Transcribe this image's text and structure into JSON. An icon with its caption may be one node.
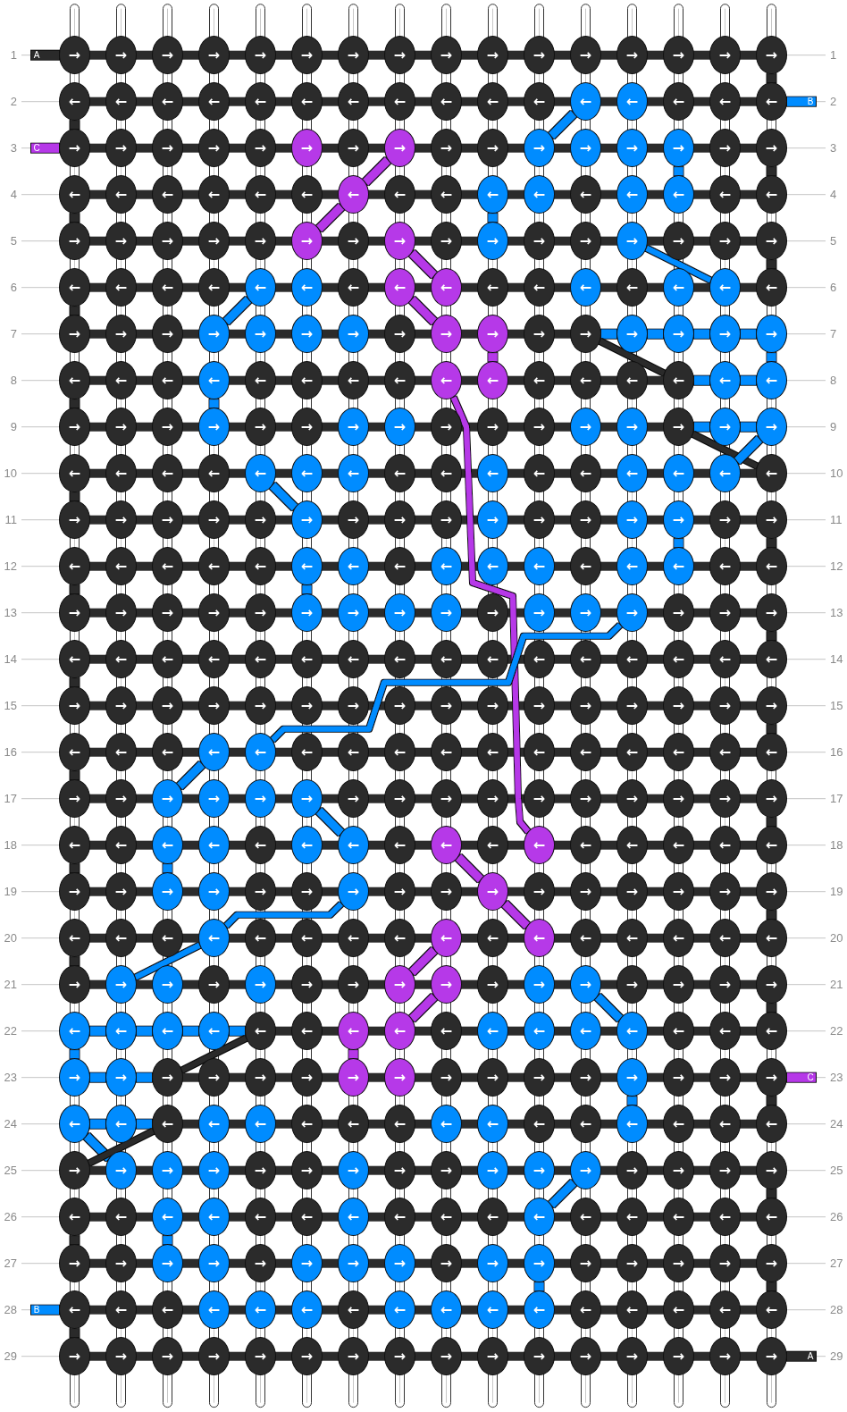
{
  "diagram": {
    "nodes": [
      {
        "text": [
          "→"
        ],
        "beside": [
          "1"
        ]
      },
      {
        "text": [
          "→"
        ]
      },
      {
        "text": [
          "→"
        ]
      },
      {
        "text": [
          "→"
        ]
      },
      {
        "text": [
          "→"
        ]
      },
      {
        "text": [
          "→"
        ]
      },
      {
        "text": [
          "→"
        ]
      },
      {
        "text": [
          "→"
        ]
      },
      {
        "text": [
          "→"
        ]
      },
      {
        "text": [
          "→"
        ]
      },
      {
        "text": [
          "→"
        ]
      },
      {
        "text": [
          "→"
        ]
      },
      {
        "text": [
          "→"
        ]
      },
      {
        "text": [
          "→"
        ]
      },
      {
        "text": [
          "→"
        ]
      },
      {
        "text": [
          "→"
        ],
        "beside": [
          "1"
        ]
      },
      {
        "text": [
          "←"
        ],
        "beside": [
          "2"
        ]
      },
      {
        "text": [
          "←"
        ]
      },
      {
        "text": [
          "←"
        ]
      },
      {
        "text": [
          "←"
        ]
      },
      {
        "text": [
          "←"
        ]
      },
      {
        "text": [
          "←"
        ]
      },
      {
        "text": [
          "←"
        ]
      },
      {
        "text": [
          "←"
        ]
      },
      {
        "text": [
          "←"
        ]
      },
      {
        "text": [
          "←"
        ]
      },
      {
        "text": [
          "←"
        ]
      },
      {
        "text": [
          "←"
        ]
      },
      {
        "text": [
          "←"
        ]
      },
      {
        "text": [
          "←"
        ]
      },
      {
        "text": [
          "←"
        ]
      },
      {
        "text": [
          "←"
        ],
        "beside": [
          "2"
        ]
      },
      {
        "text": [
          "→"
        ],
        "beside": [
          "3"
        ]
      },
      {
        "text": [
          "→"
        ]
      },
      {
        "text": [
          "→"
        ]
      },
      {
        "text": [
          "→"
        ]
      },
      {
        "text": [
          "→"
        ]
      },
      {
        "text": [
          "→"
        ]
      },
      {
        "text": [
          "→"
        ]
      },
      {
        "text": [
          "→"
        ]
      },
      {
        "text": [
          "→"
        ]
      },
      {
        "text": [
          "→"
        ]
      },
      {
        "text": [
          "→"
        ]
      },
      {
        "text": [
          "→"
        ]
      },
      {
        "text": [
          "→"
        ]
      },
      {
        "text": [
          "→"
        ]
      },
      {
        "text": [
          "→"
        ]
      },
      {
        "text": [
          "→"
        ],
        "beside": [
          "3"
        ]
      },
      {
        "text": [
          "←"
        ],
        "beside": [
          "4"
        ]
      },
      {
        "text": [
          "←"
        ]
      },
      {
        "text": [
          "←"
        ]
      },
      {
        "text": [
          "←"
        ]
      },
      {
        "text": [
          "←"
        ]
      },
      {
        "text": [
          "←"
        ]
      },
      {
        "text": [
          "←"
        ]
      },
      {
        "text": [
          "←"
        ]
      },
      {
        "text": [
          "←"
        ]
      },
      {
        "text": [
          "←"
        ]
      },
      {
        "text": [
          "←"
        ]
      },
      {
        "text": [
          "←"
        ]
      },
      {
        "text": [
          "←"
        ]
      },
      {
        "text": [
          "←"
        ]
      },
      {
        "text": [
          "←"
        ]
      },
      {
        "text": [
          "←"
        ],
        "beside": [
          "4"
        ]
      },
      {
        "text": [
          "→"
        ],
        "beside": [
          "5"
        ]
      },
      {
        "text": [
          "→"
        ]
      },
      {
        "text": [
          "→"
        ]
      },
      {
        "text": [
          "→"
        ]
      },
      {
        "text": [
          "→"
        ]
      },
      {
        "text": [
          "→"
        ]
      },
      {
        "text": [
          "→"
        ]
      },
      {
        "text": [
          "→"
        ]
      },
      {
        "text": [
          "→"
        ]
      },
      {
        "text": [
          "→"
        ]
      },
      {
        "text": [
          "→"
        ]
      },
      {
        "text": [
          "→"
        ]
      },
      {
        "text": [
          "→"
        ]
      },
      {
        "text": [
          "→"
        ]
      },
      {
        "text": [
          "→"
        ]
      },
      {
        "text": [
          "→"
        ],
        "beside": [
          "5"
        ]
      },
      {
        "text": [
          "←"
        ],
        "beside": [
          "6"
        ]
      },
      {
        "text": [
          "←"
        ]
      },
      {
        "text": [
          "←"
        ]
      },
      {
        "text": [
          "←"
        ]
      },
      {
        "text": [
          "←"
        ]
      },
      {
        "text": [
          "←"
        ]
      },
      {
        "text": [
          "←"
        ]
      },
      {
        "text": [
          "←"
        ]
      },
      {
        "text": [
          "←"
        ]
      },
      {
        "text": [
          "←"
        ]
      },
      {
        "text": [
          "←"
        ]
      },
      {
        "text": [
          "←"
        ]
      },
      {
        "text": [
          "←"
        ]
      },
      {
        "text": [
          "←"
        ]
      },
      {
        "text": [
          "←"
        ]
      },
      {
        "text": [
          "←"
        ],
        "beside": [
          "6"
        ]
      },
      {
        "text": [
          "→"
        ],
        "beside": [
          "7"
        ]
      },
      {
        "text": [
          "→"
        ]
      },
      {
        "text": [
          "→"
        ]
      },
      {
        "text": [
          "→"
        ]
      },
      {
        "text": [
          "→"
        ]
      },
      {
        "text": [
          "→"
        ]
      },
      {
        "text": [
          "→"
        ]
      },
      {
        "text": [
          "→"
        ]
      },
      {
        "text": [
          "→"
        ]
      },
      {
        "text": [
          "→"
        ]
      },
      {
        "text": [
          "→"
        ]
      },
      {
        "text": [
          "→"
        ]
      },
      {
        "text": [
          "→"
        ]
      },
      {
        "text": [
          "→"
        ]
      },
      {
        "text": [
          "→"
        ]
      },
      {
        "text": [
          "→"
        ],
        "beside": [
          "7"
        ]
      },
      {
        "text": [
          "←"
        ],
        "beside": [
          "8"
        ]
      },
      {
        "text": [
          "←"
        ]
      },
      {
        "text": [
          "←"
        ]
      },
      {
        "text": [
          "←"
        ]
      },
      {
        "text": [
          "←"
        ]
      },
      {
        "text": [
          "←"
        ]
      },
      {
        "text": [
          "←"
        ]
      },
      {
        "text": [
          "←"
        ]
      },
      {
        "text": [
          "←"
        ]
      },
      {
        "text": [
          "←"
        ]
      },
      {
        "text": [
          "←"
        ]
      },
      {
        "text": [
          "←"
        ]
      },
      {
        "text": [
          "←"
        ]
      },
      {
        "text": [
          "←"
        ]
      },
      {
        "text": [
          "←"
        ]
      },
      {
        "text": [
          "←"
        ],
        "beside": [
          "8"
        ]
      },
      {
        "text": [
          "→"
        ],
        "beside": [
          "9"
        ]
      },
      {
        "text": [
          "→"
        ]
      },
      {
        "text": [
          "→"
        ]
      },
      {
        "text": [
          "→"
        ]
      },
      {
        "text": [
          "→"
        ]
      },
      {
        "text": [
          "→"
        ]
      },
      {
        "text": [
          "→"
        ]
      },
      {
        "text": [
          "→"
        ]
      },
      {
        "text": [
          "→"
        ]
      },
      {
        "text": [
          "→"
        ]
      },
      {
        "text": [
          "→"
        ]
      },
      {
        "text": [
          "→"
        ]
      },
      {
        "text": [
          "→"
        ]
      },
      {
        "text": [
          "→"
        ]
      },
      {
        "text": [
          "→"
        ]
      },
      {
        "text": [
          "→"
        ],
        "beside": [
          "9"
        ]
      },
      {
        "text": [
          "←"
        ],
        "beside": [
          "10"
        ]
      },
      {
        "text": [
          "←"
        ]
      },
      {
        "text": [
          "←"
        ]
      },
      {
        "text": [
          "←"
        ]
      },
      {
        "text": [
          "←"
        ]
      },
      {
        "text": [
          "←"
        ]
      },
      {
        "text": [
          "←"
        ]
      },
      {
        "text": [
          "←"
        ]
      },
      {
        "text": [
          "←"
        ]
      },
      {
        "text": [
          "←"
        ]
      },
      {
        "text": [
          "←"
        ]
      },
      {
        "text": [
          "←"
        ]
      },
      {
        "text": [
          "←"
        ]
      },
      {
        "text": [
          "←"
        ]
      },
      {
        "text": [
          "←"
        ]
      },
      {
        "text": [
          "←"
        ],
        "beside": [
          "10"
        ]
      },
      {
        "text": [
          "→"
        ],
        "beside": [
          "11"
        ]
      },
      {
        "text": [
          "→"
        ]
      },
      {
        "text": [
          "→"
        ]
      },
      {
        "text": [
          "→"
        ]
      },
      {
        "text": [
          "→"
        ]
      },
      {
        "text": [
          "→"
        ]
      },
      {
        "text": [
          "→"
        ]
      },
      {
        "text": [
          "→"
        ]
      },
      {
        "text": [
          "→"
        ]
      },
      {
        "text": [
          "→"
        ]
      },
      {
        "text": [
          "→"
        ]
      },
      {
        "text": [
          "→"
        ]
      },
      {
        "text": [
          "→"
        ]
      },
      {
        "text": [
          "→"
        ]
      },
      {
        "text": [
          "→"
        ]
      },
      {
        "text": [
          "→"
        ],
        "beside": [
          "11"
        ]
      },
      {
        "text": [
          "←"
        ],
        "beside": [
          "12"
        ]
      },
      {
        "text": [
          "←"
        ]
      },
      {
        "text": [
          "←"
        ]
      },
      {
        "text": [
          "←"
        ]
      },
      {
        "text": [
          "←"
        ]
      },
      {
        "text": [
          "←"
        ]
      },
      {
        "text": [
          "←"
        ]
      },
      {
        "text": [
          "←"
        ]
      },
      {
        "text": [
          "←"
        ]
      },
      {
        "text": [
          "←"
        ]
      },
      {
        "text": [
          "←"
        ]
      },
      {
        "text": [
          "←"
        ]
      },
      {
        "text": [
          "←"
        ]
      },
      {
        "text": [
          "←"
        ]
      },
      {
        "text": [
          "←"
        ]
      },
      {
        "text": [
          "←"
        ],
        "beside": [
          "12"
        ]
      },
      {
        "text": [
          "→"
        ],
        "beside": [
          "13"
        ]
      },
      {
        "text": [
          "→"
        ]
      },
      {
        "text": [
          "→"
        ]
      },
      {
        "text": [
          "→"
        ]
      },
      {
        "text": [
          "→"
        ]
      },
      {
        "text": [
          "→"
        ]
      },
      {
        "text": [
          "→"
        ]
      },
      {
        "text": [
          "→"
        ]
      },
      {
        "text": [
          "→"
        ]
      },
      {
        "text": [
          "→"
        ]
      },
      {
        "text": [
          "→"
        ]
      },
      {
        "text": [
          "→"
        ]
      },
      {
        "text": [
          "→"
        ]
      },
      {
        "text": [
          "→"
        ]
      },
      {
        "text": [
          "→"
        ]
      },
      {
        "text": [
          "→"
        ],
        "beside": [
          "13"
        ]
      },
      {
        "text": [
          "←"
        ],
        "beside": [
          "14"
        ]
      },
      {
        "text": [
          "←"
        ]
      },
      {
        "text": [
          "←"
        ]
      },
      {
        "text": [
          "←"
        ]
      },
      {
        "text": [
          "←"
        ]
      },
      {
        "text": [
          "←"
        ]
      },
      {
        "text": [
          "←"
        ]
      },
      {
        "text": [
          "←"
        ]
      },
      {
        "text": [
          "←"
        ]
      },
      {
        "text": [
          "←"
        ]
      },
      {
        "text": [
          "←"
        ]
      },
      {
        "text": [
          "←"
        ]
      },
      {
        "text": [
          "←"
        ]
      },
      {
        "text": [
          "←"
        ]
      },
      {
        "text": [
          "←"
        ]
      },
      {
        "text": [
          "←"
        ],
        "beside": [
          "14"
        ]
      },
      {
        "text": [
          "→"
        ],
        "beside": [
          "15"
        ]
      },
      {
        "text": [
          "→"
        ]
      },
      {
        "text": [
          "→"
        ]
      },
      {
        "text": [
          "→"
        ]
      },
      {
        "text": [
          "→"
        ]
      },
      {
        "text": [
          "→"
        ]
      },
      {
        "text": [
          "→"
        ]
      },
      {
        "text": [
          "→"
        ]
      },
      {
        "text": [
          "→"
        ]
      },
      {
        "text": [
          "→"
        ]
      },
      {
        "text": [
          "→"
        ]
      },
      {
        "text": [
          "→"
        ]
      },
      {
        "text": [
          "→"
        ]
      },
      {
        "text": [
          "→"
        ]
      },
      {
        "text": [
          "→"
        ]
      },
      {
        "text": [
          "→"
        ],
        "beside": [
          "15"
        ]
      },
      {
        "text": [
          "←"
        ],
        "beside": [
          "16"
        ]
      },
      {
        "text": [
          "←"
        ]
      },
      {
        "text": [
          "←"
        ]
      },
      {
        "text": [
          "←"
        ]
      },
      {
        "text": [
          "←"
        ]
      },
      {
        "text": [
          "←"
        ]
      },
      {
        "text": [
          "←"
        ]
      },
      {
        "text": [
          "←"
        ]
      },
      {
        "text": [
          "←"
        ]
      },
      {
        "text": [
          "←"
        ]
      },
      {
        "text": [
          "←"
        ]
      },
      {
        "text": [
          "←"
        ]
      },
      {
        "text": [
          "←"
        ]
      },
      {
        "text": [
          "←"
        ]
      },
      {
        "text": [
          "←"
        ]
      },
      {
        "text": [
          "←"
        ],
        "beside": [
          "16"
        ]
      },
      {
        "text": [
          "→"
        ],
        "beside": [
          "17"
        ]
      },
      {
        "text": [
          "→"
        ]
      },
      {
        "text": [
          "→"
        ]
      },
      {
        "text": [
          "→"
        ]
      },
      {
        "text": [
          "→"
        ]
      },
      {
        "text": [
          "→"
        ]
      },
      {
        "text": [
          "→"
        ]
      },
      {
        "text": [
          "→"
        ]
      },
      {
        "text": [
          "→"
        ]
      },
      {
        "text": [
          "→"
        ]
      },
      {
        "text": [
          "→"
        ]
      },
      {
        "text": [
          "→"
        ]
      },
      {
        "text": [
          "→"
        ]
      },
      {
        "text": [
          "→"
        ]
      },
      {
        "text": [
          "→"
        ]
      },
      {
        "text": [
          "→"
        ],
        "beside": [
          "17"
        ]
      },
      {
        "text": [
          "←"
        ],
        "beside": [
          "18"
        ]
      },
      {
        "text": [
          "←"
        ]
      },
      {
        "text": [
          "←"
        ]
      },
      {
        "text": [
          "←"
        ]
      },
      {
        "text": [
          "←"
        ]
      },
      {
        "text": [
          "←"
        ]
      },
      {
        "text": [
          "←"
        ]
      },
      {
        "text": [
          "←"
        ]
      },
      {
        "text": [
          "←"
        ]
      },
      {
        "text": [
          "←"
        ]
      },
      {
        "text": [
          "←"
        ]
      },
      {
        "text": [
          "←"
        ]
      },
      {
        "text": [
          "←"
        ]
      },
      {
        "text": [
          "←"
        ]
      },
      {
        "text": [
          "←"
        ]
      },
      {
        "text": [
          "←"
        ],
        "beside": [
          "18"
        ]
      },
      {
        "text": [
          "→"
        ],
        "beside": [
          "19"
        ]
      },
      {
        "text": [
          "→"
        ]
      },
      {
        "text": [
          "→"
        ]
      },
      {
        "text": [
          "→"
        ]
      },
      {
        "text": [
          "→"
        ]
      },
      {
        "text": [
          "→"
        ]
      },
      {
        "text": [
          "→"
        ]
      },
      {
        "text": [
          "→"
        ]
      },
      {
        "text": [
          "→"
        ]
      },
      {
        "text": [
          "→"
        ]
      },
      {
        "text": [
          "→"
        ]
      },
      {
        "text": [
          "→"
        ]
      },
      {
        "text": [
          "→"
        ]
      },
      {
        "text": [
          "→"
        ]
      },
      {
        "text": [
          "→"
        ]
      },
      {
        "text": [
          "→"
        ],
        "beside": [
          "19"
        ]
      },
      {
        "text": [
          "←"
        ],
        "beside": [
          "20"
        ]
      },
      {
        "text": [
          "←"
        ]
      },
      {
        "text": [
          "←"
        ]
      },
      {
        "text": [
          "←"
        ]
      },
      {
        "text": [
          "←"
        ]
      },
      {
        "text": [
          "←"
        ]
      },
      {
        "text": [
          "←"
        ]
      },
      {
        "text": [
          "←"
        ]
      },
      {
        "text": [
          "←"
        ]
      },
      {
        "text": [
          "←"
        ]
      },
      {
        "text": [
          "←"
        ]
      },
      {
        "text": [
          "←"
        ]
      },
      {
        "text": [
          "←"
        ]
      },
      {
        "text": [
          "←"
        ]
      },
      {
        "text": [
          "←"
        ]
      },
      {
        "text": [
          "←"
        ],
        "beside": [
          "20"
        ]
      },
      {
        "text": [
          "→"
        ],
        "beside": [
          "21"
        ]
      },
      {
        "text": [
          "→"
        ]
      },
      {
        "text": [
          "→"
        ]
      },
      {
        "text": [
          "→"
        ]
      },
      {
        "text": [
          "→"
        ]
      },
      {
        "text": [
          "→"
        ]
      },
      {
        "text": [
          "→"
        ]
      },
      {
        "text": [
          "→"
        ]
      },
      {
        "text": [
          "→"
        ]
      },
      {
        "text": [
          "→"
        ]
      },
      {
        "text": [
          "→"
        ]
      },
      {
        "text": [
          "→"
        ]
      },
      {
        "text": [
          "→"
        ]
      },
      {
        "text": [
          "→"
        ]
      },
      {
        "text": [
          "→"
        ]
      },
      {
        "text": [
          "→"
        ],
        "beside": [
          "21"
        ]
      },
      {
        "text": [
          "←"
        ],
        "beside": [
          "22"
        ]
      },
      {
        "text": [
          "←"
        ]
      },
      {
        "text": [
          "←"
        ]
      },
      {
        "text": [
          "←"
        ]
      },
      {
        "text": [
          "←"
        ]
      },
      {
        "text": [
          "←"
        ]
      },
      {
        "text": [
          "←"
        ]
      },
      {
        "text": [
          "←"
        ]
      },
      {
        "text": [
          "←"
        ]
      },
      {
        "text": [
          "←"
        ]
      },
      {
        "text": [
          "←"
        ]
      },
      {
        "text": [
          "←"
        ]
      },
      {
        "text": [
          "←"
        ]
      },
      {
        "text": [
          "←"
        ]
      },
      {
        "text": [
          "←"
        ]
      },
      {
        "text": [
          "←"
        ],
        "beside": [
          "22"
        ]
      },
      {
        "text": [
          "→"
        ],
        "beside": [
          "23"
        ]
      },
      {
        "text": [
          "→"
        ]
      },
      {
        "text": [
          "→"
        ]
      },
      {
        "text": [
          "→"
        ]
      },
      {
        "text": [
          "→"
        ]
      },
      {
        "text": [
          "→"
        ]
      },
      {
        "text": [
          "→"
        ]
      },
      {
        "text": [
          "→"
        ]
      },
      {
        "text": [
          "→"
        ]
      },
      {
        "text": [
          "→"
        ]
      },
      {
        "text": [
          "→"
        ]
      },
      {
        "text": [
          "→"
        ]
      },
      {
        "text": [
          "→"
        ]
      },
      {
        "text": [
          "→"
        ]
      },
      {
        "text": [
          "→"
        ]
      },
      {
        "text": [
          "→"
        ],
        "beside": [
          "23"
        ]
      },
      {
        "text": [
          "←"
        ],
        "beside": [
          "24"
        ]
      },
      {
        "text": [
          "←"
        ]
      },
      {
        "text": [
          "←"
        ]
      },
      {
        "text": [
          "←"
        ]
      },
      {
        "text": [
          "←"
        ]
      },
      {
        "text": [
          "←"
        ]
      },
      {
        "text": [
          "←"
        ]
      },
      {
        "text": [
          "←"
        ]
      },
      {
        "text": [
          "←"
        ]
      },
      {
        "text": [
          "←"
        ]
      },
      {
        "text": [
          "←"
        ]
      },
      {
        "text": [
          "←"
        ]
      },
      {
        "text": [
          "←"
        ]
      },
      {
        "text": [
          "←"
        ]
      },
      {
        "text": [
          "←"
        ]
      },
      {
        "text": [
          "←"
        ],
        "beside": [
          "24"
        ]
      },
      {
        "text": [
          "→"
        ],
        "beside": [
          "25"
        ]
      },
      {
        "text": [
          "→"
        ]
      },
      {
        "text": [
          "→"
        ]
      },
      {
        "text": [
          "→"
        ]
      },
      {
        "text": [
          "→"
        ]
      },
      {
        "text": [
          "→"
        ]
      },
      {
        "text": [
          "→"
        ]
      },
      {
        "text": [
          "→"
        ]
      },
      {
        "text": [
          "→"
        ]
      },
      {
        "text": [
          "→"
        ]
      },
      {
        "text": [
          "→"
        ]
      },
      {
        "text": [
          "→"
        ]
      },
      {
        "text": [
          "→"
        ]
      },
      {
        "text": [
          "→"
        ]
      },
      {
        "text": [
          "→"
        ]
      },
      {
        "text": [
          "→"
        ],
        "beside": [
          "25"
        ]
      },
      {
        "text": [
          "←"
        ],
        "beside": [
          "26"
        ]
      },
      {
        "text": [
          "←"
        ]
      },
      {
        "text": [
          "←"
        ]
      },
      {
        "text": [
          "←"
        ]
      },
      {
        "text": [
          "←"
        ]
      },
      {
        "text": [
          "←"
        ]
      },
      {
        "text": [
          "←"
        ]
      },
      {
        "text": [
          "←"
        ]
      },
      {
        "text": [
          "←"
        ]
      },
      {
        "text": [
          "←"
        ]
      },
      {
        "text": [
          "←"
        ]
      },
      {
        "text": [
          "←"
        ]
      },
      {
        "text": [
          "←"
        ]
      },
      {
        "text": [
          "←"
        ]
      },
      {
        "text": [
          "←"
        ]
      },
      {
        "text": [
          "←"
        ],
        "beside": [
          "26"
        ]
      },
      {
        "text": [
          "→"
        ],
        "beside": [
          "27"
        ]
      },
      {
        "text": [
          "→"
        ]
      },
      {
        "text": [
          "→"
        ]
      },
      {
        "text": [
          "→"
        ]
      },
      {
        "text": [
          "→"
        ]
      },
      {
        "text": [
          "→"
        ]
      },
      {
        "text": [
          "→"
        ]
      },
      {
        "text": [
          "→"
        ]
      },
      {
        "text": [
          "→"
        ]
      },
      {
        "text": [
          "→"
        ]
      },
      {
        "text": [
          "→"
        ]
      },
      {
        "text": [
          "→"
        ]
      },
      {
        "text": [
          "→"
        ]
      },
      {
        "text": [
          "→"
        ]
      },
      {
        "text": [
          "→"
        ]
      },
      {
        "text": [
          "→"
        ],
        "beside": [
          "27"
        ]
      },
      {
        "text": [
          "←"
        ],
        "beside": [
          "28"
        ]
      },
      {
        "text": [
          "←"
        ]
      },
      {
        "text": [
          "←"
        ]
      },
      {
        "text": [
          "←"
        ]
      },
      {
        "text": [
          "←"
        ]
      },
      {
        "text": [
          "←"
        ]
      },
      {
        "text": [
          "←"
        ]
      },
      {
        "text": [
          "←"
        ]
      },
      {
        "text": [
          "←"
        ]
      },
      {
        "text": [
          "←"
        ]
      },
      {
        "text": [
          "←"
        ]
      },
      {
        "text": [
          "←"
        ]
      },
      {
        "text": [
          "←"
        ]
      },
      {
        "text": [
          "←"
        ]
      },
      {
        "text": [
          "←"
        ]
      },
      {
        "text": [
          "←"
        ],
        "beside": [
          "28"
        ]
      },
      {
        "text": [
          "→"
        ],
        "beside": [
          "29"
        ]
      },
      {
        "text": [
          "→"
        ]
      },
      {
        "text": [
          "→"
        ]
      },
      {
        "text": [
          "→"
        ]
      },
      {
        "text": [
          "→"
        ]
      },
      {
        "text": [
          "→"
        ]
      },
      {
        "text": [
          "→"
        ]
      },
      {
        "text": [
          "→"
        ]
      },
      {
        "text": [
          "→"
        ]
      },
      {
        "text": [
          "→"
        ]
      },
      {
        "text": [
          "→"
        ]
      },
      {
        "text": [
          "→"
        ]
      },
      {
        "text": [
          "→"
        ]
      },
      {
        "text": [
          "→"
        ]
      },
      {
        "text": [
          "→"
        ]
      },
      {
        "text": [
          "→"
        ],
        "beside": [
          "29"
        ]
      }
    ],
    "edges": [
      {
        "from": null,
        "to": 0,
        "arrow": "none",
        "label": "A",
        "color": "#2b2b2b"
      },
      {
        "from": 15,
        "to": 31,
        "arrow": "none",
        "color": "#2b2b2b"
      },
      {
        "from": null,
        "to": 31,
        "arrow": "none",
        "label": "B"
      },
      {
        "from": 27,
        "to": 42,
        "arrow": "none"
      },
      {
        "from": 16,
        "to": 32,
        "arrow": "none",
        "color": "#2b2b2b"
      },
      {
        "from": null,
        "to": 32,
        "arrow": "none",
        "label": "C",
        "color": "#b639e8"
      },
      {
        "from": 39,
        "to": 54,
        "arrow": "none",
        "color": "#b639e8"
      },
      {
        "from": 45,
        "to": 61,
        "arrow": "none"
      },
      {
        "from": 47,
        "to": 63,
        "arrow": "none",
        "color": "#2b2b2b"
      },
      {
        "from": 54,
        "to": 69,
        "arrow": "none",
        "color": "#b639e8"
      },
      {
        "from": 48,
        "to": 64,
        "arrow": "none",
        "color": "#2b2b2b"
      },
      {
        "from": 57,
        "to": 73,
        "arrow": "none"
      },
      {
        "from": 71,
        "to": 88,
        "arrow": "none",
        "color": "#b639e8"
      },
      {
        "from": 76,
        "to": 94,
        "arrow": "none"
      },
      {
        "from": 79,
        "to": 95,
        "arrow": "none",
        "color": "#2b2b2b"
      },
      {
        "from": 84,
        "to": 99,
        "arrow": "none"
      },
      {
        "from": 87,
        "to": 104,
        "arrow": "none",
        "color": "#b639e8"
      },
      {
        "from": 80,
        "to": 96,
        "arrow": "none",
        "color": "#2b2b2b"
      },
      {
        "from": 107,
        "to": 108,
        "arrow": "none"
      },
      {
        "from": 108,
        "to": 109,
        "arrow": "none"
      },
      {
        "from": 109,
        "to": 110,
        "arrow": "none"
      },
      {
        "from": 110,
        "to": 111,
        "arrow": "none"
      },
      {
        "from": 107,
        "to": 125,
        "arrow": "none",
        "color": "#2b2b2b"
      },
      {
        "from": 105,
        "to": 121,
        "arrow": "none",
        "color": "#b639e8"
      },
      {
        "from": 111,
        "to": 127,
        "arrow": "none"
      },
      {
        "from": 125,
        "to": 126,
        "arrow": "none"
      },
      {
        "from": 126,
        "to": 127,
        "arrow": "none"
      },
      {
        "from": 120,
        "to": 282,
        "arrow": "none",
        "color": "#b639e8"
      },
      {
        "from": 115,
        "to": 131,
        "arrow": "none"
      },
      {
        "from": 112,
        "to": 128,
        "arrow": "none",
        "color": "#2b2b2b"
      },
      {
        "from": 141,
        "to": 142,
        "arrow": "none"
      },
      {
        "from": 142,
        "to": 143,
        "arrow": "none"
      },
      {
        "from": 141,
        "to": 159,
        "arrow": "none",
        "color": "#2b2b2b"
      },
      {
        "from": 143,
        "to": 158,
        "arrow": "none"
      },
      {
        "from": 148,
        "to": 165,
        "arrow": "none"
      },
      {
        "from": 144,
        "to": 160,
        "arrow": "none",
        "color": "#2b2b2b"
      },
      {
        "from": 173,
        "to": 189,
        "arrow": "none"
      },
      {
        "from": 175,
        "to": 191,
        "arrow": "none",
        "color": "#2b2b2b"
      },
      {
        "from": 181,
        "to": 197,
        "arrow": "none"
      },
      {
        "from": 176,
        "to": 192,
        "arrow": "none",
        "color": "#2b2b2b"
      },
      {
        "from": 204,
        "to": 244,
        "arrow": "none"
      },
      {
        "from": 207,
        "to": 223,
        "arrow": "none",
        "color": "#2b2b2b"
      },
      {
        "from": 208,
        "to": 224,
        "arrow": "none",
        "color": "#2b2b2b"
      },
      {
        "from": 239,
        "to": 255,
        "arrow": "none",
        "color": "#2b2b2b"
      },
      {
        "from": 243,
        "to": 258,
        "arrow": "none"
      },
      {
        "from": 240,
        "to": 256,
        "arrow": "none",
        "color": "#2b2b2b"
      },
      {
        "from": 261,
        "to": 278,
        "arrow": "none"
      },
      {
        "from": 271,
        "to": 287,
        "arrow": "none",
        "color": "#2b2b2b"
      },
      {
        "from": 274,
        "to": 290,
        "arrow": "none"
      },
      {
        "from": 280,
        "to": 297,
        "arrow": "none",
        "color": "#b639e8"
      },
      {
        "from": 272,
        "to": 288,
        "arrow": "none",
        "color": "#2b2b2b"
      },
      {
        "from": 294,
        "to": 307,
        "arrow": "none"
      },
      {
        "from": 297,
        "to": 314,
        "arrow": "none",
        "color": "#b639e8"
      },
      {
        "from": 303,
        "to": 319,
        "arrow": "none",
        "color": "#2b2b2b"
      },
      {
        "from": 307,
        "to": 321,
        "arrow": "none"
      },
      {
        "from": 312,
        "to": 327,
        "arrow": "none",
        "color": "#b639e8"
      },
      {
        "from": 304,
        "to": 320,
        "arrow": "none",
        "color": "#2b2b2b"
      },
      {
        "from": 328,
        "to": 343,
        "arrow": "none",
        "color": "#b639e8"
      },
      {
        "from": 331,
        "to": 348,
        "arrow": "none"
      },
      {
        "from": 335,
        "to": 351,
        "arrow": "none",
        "color": "#2b2b2b"
      },
      {
        "from": 336,
        "to": 337,
        "arrow": "none"
      },
      {
        "from": 337,
        "to": 338,
        "arrow": "none"
      },
      {
        "from": 338,
        "to": 339,
        "arrow": "none"
      },
      {
        "from": 339,
        "to": 340,
        "arrow": "none"
      },
      {
        "from": 340,
        "to": 354,
        "arrow": "none",
        "color": "#2b2b2b"
      },
      {
        "from": 336,
        "to": 352,
        "arrow": "none"
      },
      {
        "from": 342,
        "to": 358,
        "arrow": "none",
        "color": "#b639e8"
      },
      {
        "from": 352,
        "to": 353,
        "arrow": "none"
      },
      {
        "from": 353,
        "to": 354,
        "arrow": "none"
      },
      {
        "from": 367,
        "to": null,
        "arrow": "none",
        "label": "C",
        "color": "#b639e8"
      },
      {
        "from": 364,
        "to": 380,
        "arrow": "none"
      },
      {
        "from": 367,
        "to": 383,
        "arrow": "none",
        "color": "#2b2b2b"
      },
      {
        "from": 368,
        "to": 369,
        "arrow": "none"
      },
      {
        "from": 369,
        "to": 370,
        "arrow": "none"
      },
      {
        "from": 368,
        "to": 385,
        "arrow": "none"
      },
      {
        "from": 370,
        "to": 384,
        "arrow": "none",
        "color": "#2b2b2b"
      },
      {
        "from": 395,
        "to": 410,
        "arrow": "none"
      },
      {
        "from": 399,
        "to": 415,
        "arrow": "none",
        "color": "#2b2b2b"
      },
      {
        "from": 402,
        "to": 418,
        "arrow": "none"
      },
      {
        "from": 400,
        "to": 416,
        "arrow": "none",
        "color": "#2b2b2b"
      },
      {
        "from": 426,
        "to": 442,
        "arrow": "none"
      },
      {
        "from": 431,
        "to": 447,
        "arrow": "none",
        "color": "#2b2b2b"
      },
      {
        "from": 432,
        "to": null,
        "arrow": "none",
        "label": "B"
      },
      {
        "from": 432,
        "to": 448,
        "arrow": "none",
        "color": "#2b2b2b"
      },
      {
        "from": 463,
        "to": null,
        "arrow": "none",
        "label": "A",
        "color": "#2b2b2b"
      }
    ]
  }
}
